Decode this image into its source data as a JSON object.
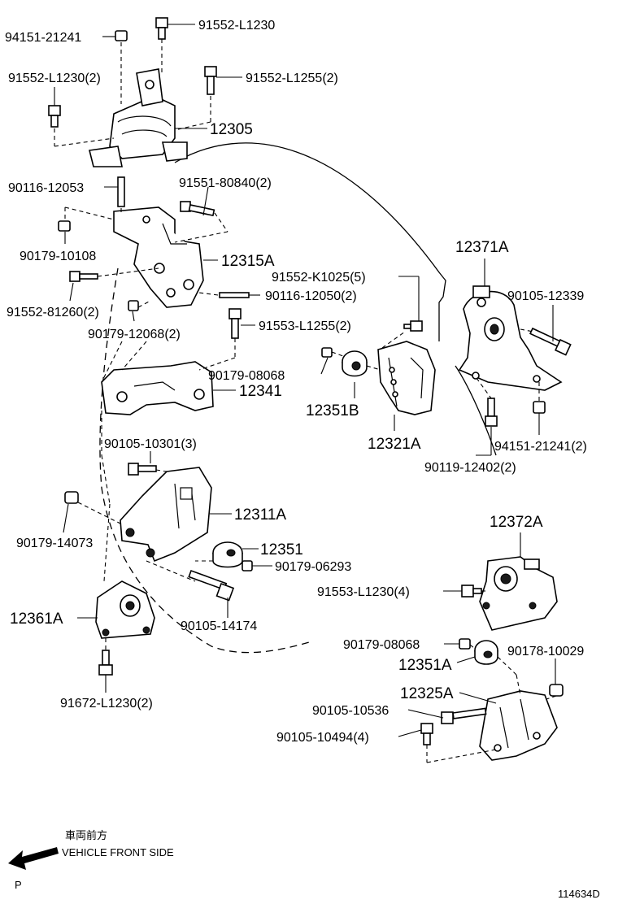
{
  "callouts": {
    "c01": "94151-21241",
    "c02": "91552-L1230",
    "c03": "91552-L1230(2)",
    "c04": "91552-L1255(2)",
    "c05": "12305",
    "c06": "90116-12053",
    "c07": "91551-80840(2)",
    "c08": "90179-10108",
    "c09": "12315A",
    "c10": "91552-K1025(5)",
    "c11": "90116-12050(2)",
    "c12": "91552-81260(2)",
    "c13": "90179-12068(2)",
    "c14": "91553-L1255(2)",
    "c15": "12371A",
    "c16": "90105-12339",
    "c17": "90179-08068",
    "c18": "12341",
    "c19": "12351B",
    "c20": "12321A",
    "c21": "94151-21241(2)",
    "c22": "90119-12402(2)",
    "c23": "90105-10301(3)",
    "c24": "12311A",
    "c25": "12372A",
    "c26": "90179-14073",
    "c27": "12351",
    "c28": "90179-06293",
    "c29": "91553-L1230(4)",
    "c30": "12361A",
    "c31": "90105-14174",
    "c32": "90179-08068",
    "c33": "90178-10029",
    "c34": "12351A",
    "c35": "12325A",
    "c36": "90105-10536",
    "c37": "90105-10494(4)",
    "c38": "91672-L1230(2)"
  },
  "front_note": {
    "jp": "車両前方",
    "en": "VEHICLE FRONT SIDE",
    "marker": "P"
  },
  "diagram_id": "114634D",
  "icons": {
    "direction": "arrow-left-down-icon"
  }
}
